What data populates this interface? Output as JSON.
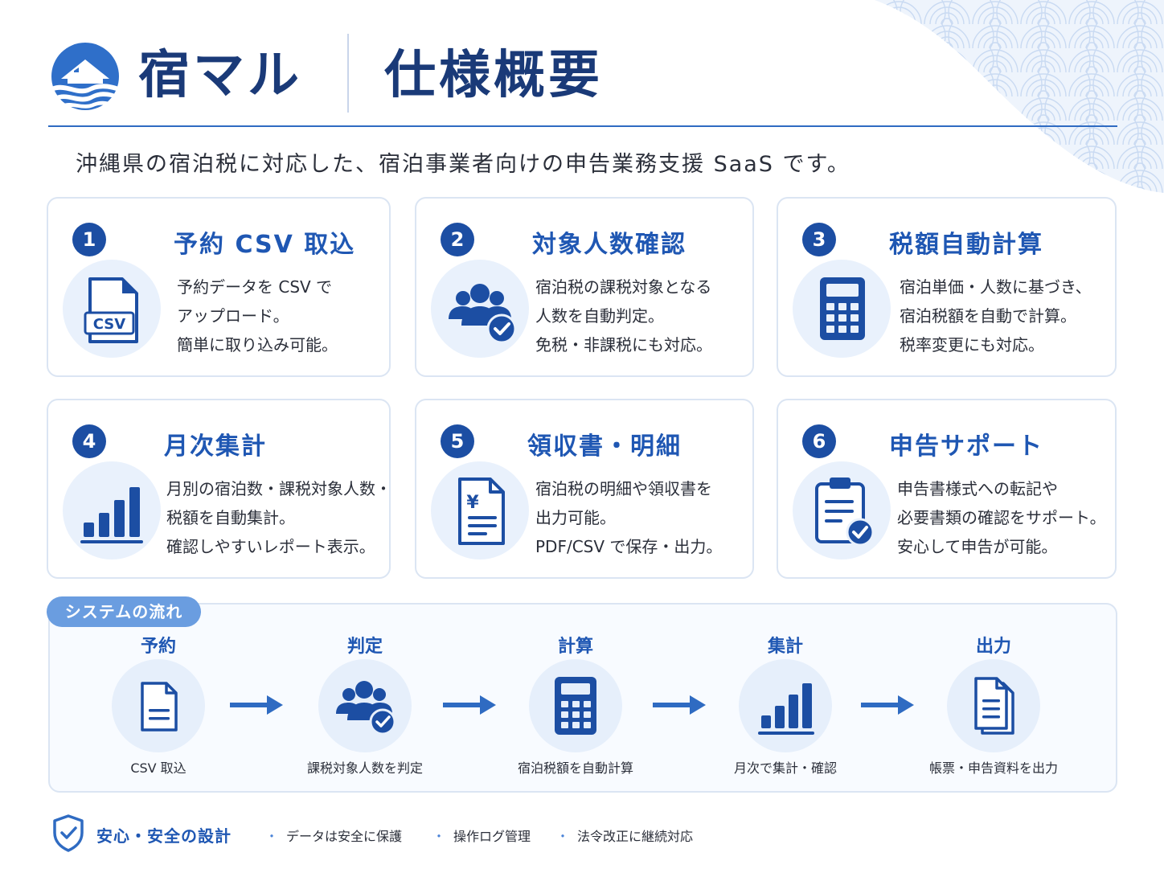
{
  "header": {
    "brand": "宿マル",
    "title": "仕様概要"
  },
  "subtitle": "沖縄県の宿泊税に対応した、宿泊事業者向けの申告業務支援 SaaS です。",
  "features": [
    {
      "num": "1",
      "title": "予約 CSV 取込",
      "icon": "csv-file-icon",
      "lines": [
        "予約データを CSV で",
        "アップロード。",
        "簡単に取り込み可能。"
      ]
    },
    {
      "num": "2",
      "title": "対象人数確認",
      "icon": "people-check-icon",
      "lines": [
        "宿泊税の課税対象となる",
        "人数を自動判定。",
        "免税・非課税にも対応。"
      ]
    },
    {
      "num": "3",
      "title": "税額自動計算",
      "icon": "calculator-icon",
      "lines": [
        "宿泊単価・人数に基づき、",
        "宿泊税額を自動で計算。",
        "税率変更にも対応。"
      ]
    },
    {
      "num": "4",
      "title": "月次集計",
      "icon": "bar-chart-icon",
      "lines": [
        "月別の宿泊数・課税対象人数・",
        "税額を自動集計。",
        "確認しやすいレポート表示。"
      ]
    },
    {
      "num": "5",
      "title": "領収書・明細",
      "icon": "yen-receipt-icon",
      "lines": [
        "宿泊税の明細や領収書を",
        "出力可能。",
        "PDF/CSV で保存・出力。"
      ]
    },
    {
      "num": "6",
      "title": "申告サポート",
      "icon": "clipboard-check-icon",
      "lines": [
        "申告書様式への転記や",
        "必要書類の確認をサポート。",
        "安心して申告が可能。"
      ]
    }
  ],
  "flow": {
    "tag": "システムの流れ",
    "steps": [
      {
        "title": "予約",
        "desc": "CSV 取込",
        "icon": "document-icon"
      },
      {
        "title": "判定",
        "desc": "課税対象人数を判定",
        "icon": "people-check-icon"
      },
      {
        "title": "計算",
        "desc": "宿泊税額を自動計算",
        "icon": "calculator-icon"
      },
      {
        "title": "集計",
        "desc": "月次で集計・確認",
        "icon": "bar-chart-icon"
      },
      {
        "title": "出力",
        "desc": "帳票・申告資料を出力",
        "icon": "documents-icon"
      }
    ]
  },
  "footer": {
    "title": "安心・安全の設計",
    "items": [
      "データは安全に保護",
      "操作ログ管理",
      "法令改正に継続対応"
    ]
  },
  "colors": {
    "primary": "#1c4ea3",
    "accent": "#1f57b3",
    "icon_bg": "#e9f1fc",
    "border": "#dbe5f3"
  }
}
